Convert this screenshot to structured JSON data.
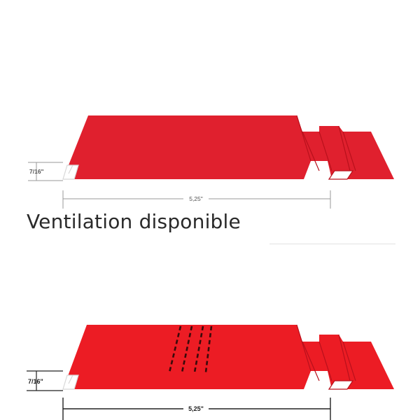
{
  "heading": "Ventilation disponible",
  "colors": {
    "panel_top": "#e0202e",
    "panel_bottom": "#ec1c24",
    "dimension_line_top": "#9a9a9a",
    "dimension_line_bottom": "#222222",
    "heading_text": "#2a2a2a"
  },
  "panels": [
    {
      "thickness_label": "7/16\"",
      "width_label": "5,25\"",
      "vented": false
    },
    {
      "thickness_label": "7/16\"",
      "width_label": "5,25\"",
      "vented": true
    }
  ]
}
